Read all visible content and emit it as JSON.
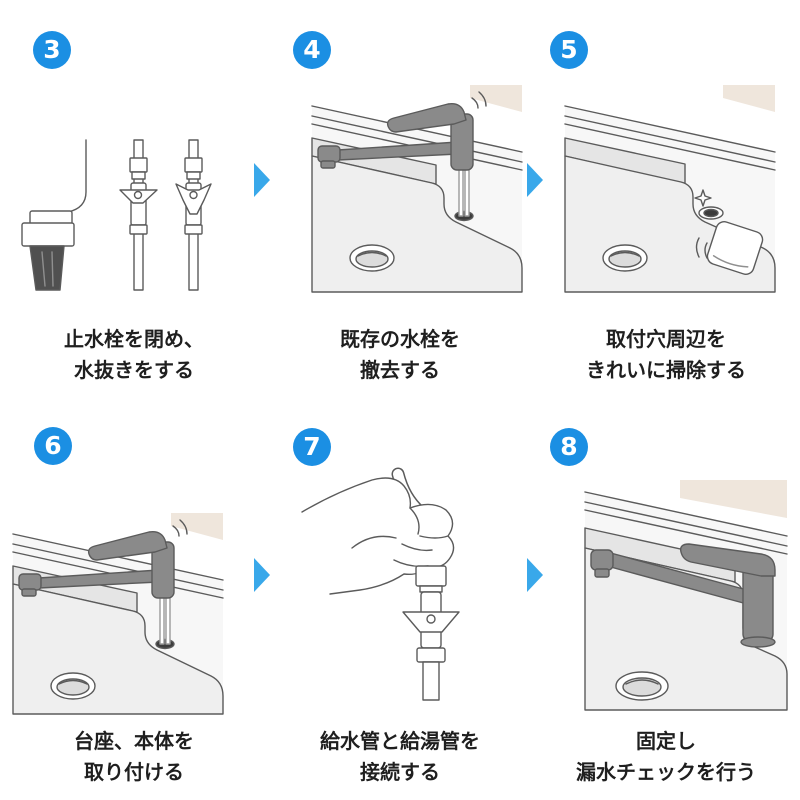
{
  "colors": {
    "badge": "#1b8fe3",
    "badge_text": "#ffffff",
    "arrow": "#39a8ea",
    "caption": "#1f1f1f",
    "line": "#5b5b5b",
    "faucet": "#8a8a8a",
    "wall": "#efe6dc",
    "counter": "#f7f7f7",
    "basin": "#efefef",
    "basin_wall": "#e5e5e5",
    "hose": "#505050"
  },
  "steps": [
    {
      "number": "3",
      "caption": [
        "止水栓を閉め、",
        "水抜きをする"
      ],
      "illustration": "shutoff-valve-icon"
    },
    {
      "number": "4",
      "caption": [
        "既存の水栓を",
        "撤去する"
      ],
      "illustration": "faucet-removal-icon"
    },
    {
      "number": "5",
      "caption": [
        "取付穴周辺を",
        "きれいに掃除する"
      ],
      "illustration": "cleaning-cloth-icon"
    },
    {
      "number": "6",
      "caption": [
        "台座、本体を",
        "取り付ける"
      ],
      "illustration": "faucet-install-icon"
    },
    {
      "number": "7",
      "caption": [
        "給水管と給湯管を",
        "接続する"
      ],
      "illustration": "pipe-connection-icon"
    },
    {
      "number": "8",
      "caption": [
        "固定し",
        "漏水チェックを行う"
      ],
      "illustration": "faucet-fixed-icon"
    }
  ],
  "arrow_icon": "arrow-right-icon"
}
